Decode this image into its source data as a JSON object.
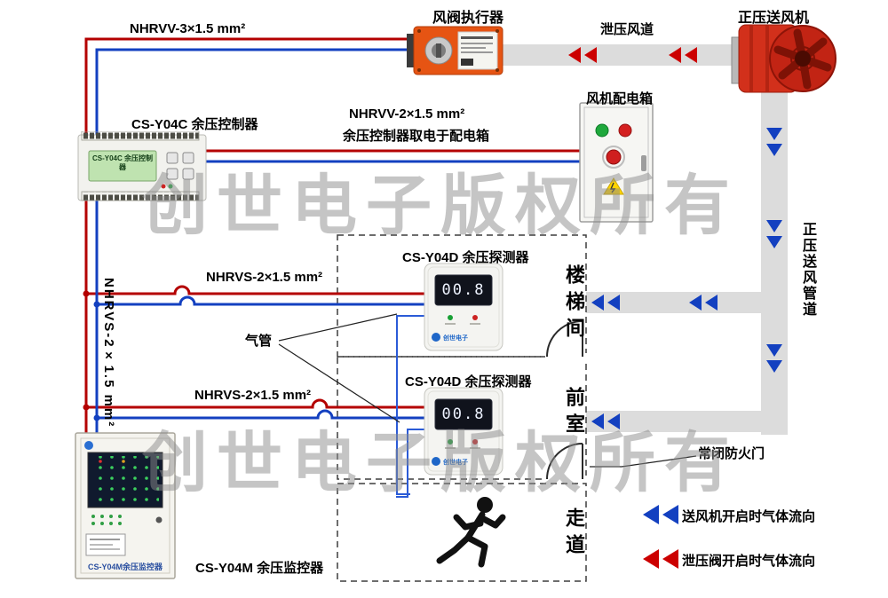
{
  "watermark": {
    "text": "创世电子版权所有"
  },
  "devices": {
    "actuator": {
      "title": "风阀执行器"
    },
    "fan": {
      "title": "正压送风机"
    },
    "power_box": {
      "title": "风机配电箱"
    },
    "controller": {
      "title": "CS-Y04C 余压控制器",
      "screen_text": "CS-Y04C 余压控制器"
    },
    "detector": {
      "title": "CS-Y04D 余压探测器",
      "display": "00.8",
      "brand": "创世电子"
    },
    "monitor": {
      "title": "CS-Y04M 余压监控器",
      "panel_label": "CS-Y04M余压监控器"
    }
  },
  "cables": {
    "nhrvv3": "NHRVV-3×1.5 mm²",
    "nhrvv2": "NHRVV-2×1.5 mm²",
    "nhrvv2_note": "余压控制器取电于配电箱",
    "nhrvs": "NHRVS-2×1.5 mm²"
  },
  "annotations": {
    "relief_duct": "泄压风道",
    "supply_duct": "正压送风管道",
    "air_tube": "气管",
    "fire_door": "常闭防火门"
  },
  "rooms": {
    "stairwell": "楼梯间",
    "front_room": "前室",
    "corridor": "走道"
  },
  "legend": {
    "supply": "送风机开启时气体流向",
    "relief": "泄压阀开启时气体流向"
  },
  "colors": {
    "wire_red": "#b40000",
    "wire_blue": "#1340c0",
    "arrow_red": "#cc0000",
    "arrow_blue": "#1340c0",
    "duct_gray": "#dcdcdc",
    "actuator_orange": "#e65413",
    "fan_red": "#d2301b"
  }
}
